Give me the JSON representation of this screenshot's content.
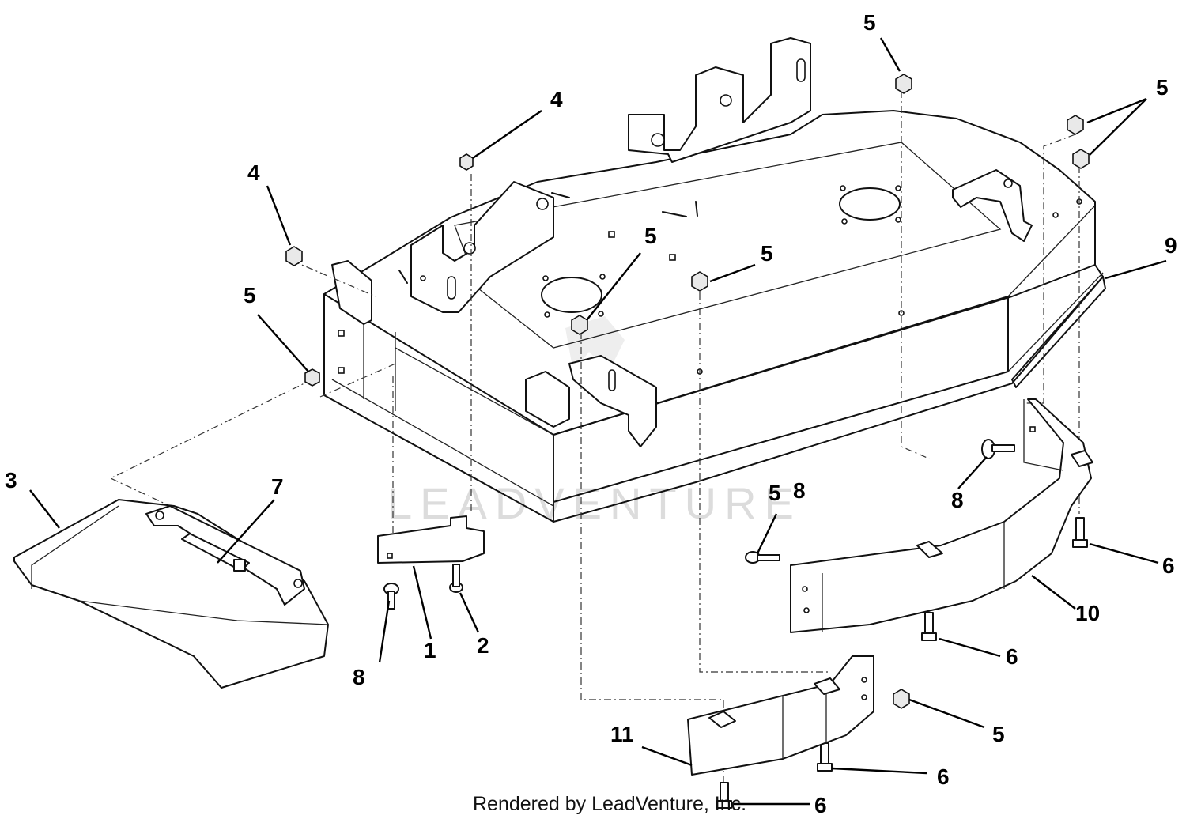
{
  "watermark": "LEADVENTURE",
  "credit": "Rendered by LeadVenture, Inc.",
  "callouts": [
    "5",
    "5",
    "4",
    "4",
    "5",
    "5",
    "5",
    "9",
    "5",
    "3",
    "7",
    "8",
    "8",
    "1",
    "2",
    "8",
    "6",
    "10",
    "6",
    "11",
    "5",
    "6",
    "6"
  ],
  "parts": {
    "deck": "mower-deck-housing",
    "baffle": "front-baffle",
    "deflector": "discharge-chute-deflector",
    "baffle_front_left": "baffle-left",
    "baffle_rear": "baffle-rear"
  }
}
